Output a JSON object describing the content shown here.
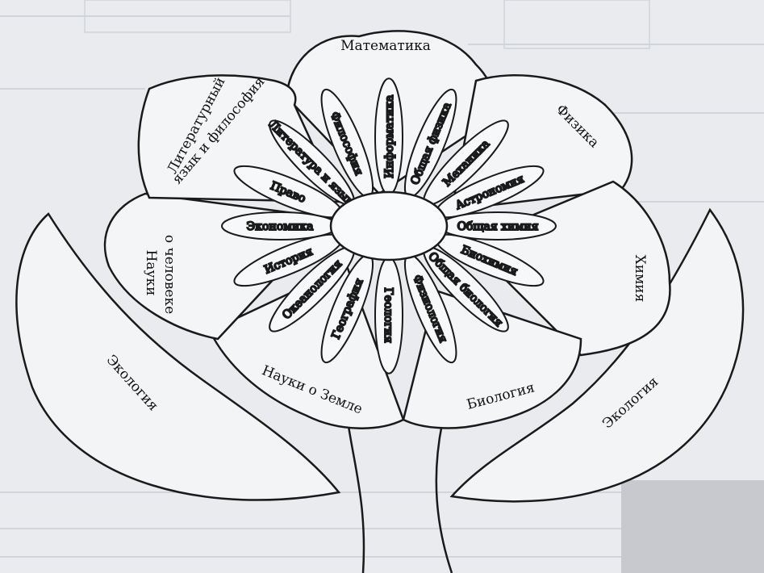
{
  "diagram": {
    "center_text": "",
    "outer_petals": {
      "math": "Математика",
      "physics": "Физика",
      "chemistry": "Химия",
      "biology": "Биология",
      "earth": "Науки о Земле",
      "human_line1": "Науки",
      "human_line2": "о человеке",
      "lit_line1": "Литературный",
      "lit_line2": "язык и философия"
    },
    "leaves": {
      "left": "Экология",
      "right": "Экология"
    },
    "inner_petals": [
      "Информатика",
      "Общая физика",
      "Механика",
      "Астрономия",
      "Общая химия",
      "Биохимия",
      "Общая биология",
      "Физиология",
      "Геология",
      "География",
      "Океанология",
      "История",
      "Экономика",
      "Право",
      "Литература и язык",
      "Философия"
    ]
  }
}
